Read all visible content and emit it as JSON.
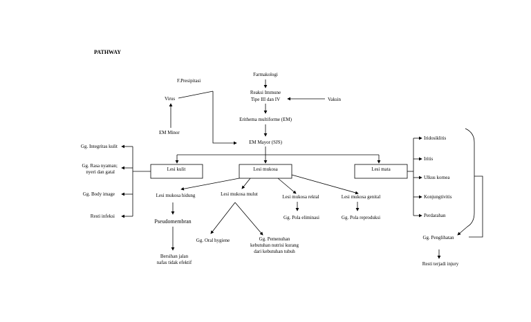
{
  "title": "PATHWAY",
  "nodes": {
    "farmakologi": "Farmakologi",
    "reaksi1": "Reaksi Immune",
    "reaksi2": "Tipe III dan IV",
    "vaksin": "Vaksin",
    "erithema": "Erithema multiforme (EM)",
    "presipitasi": "F.Presipitasi",
    "virus": "Virus",
    "em_minor": "EM Minor",
    "em_mayor": "EM Mayor (SJS)",
    "lesi_kulit": "Lesi kulit",
    "lesi_mukosa": "Lesi mukosa",
    "lesi_mata": "Lesi mata",
    "gg_integritas": "Gg. Integritas kulit",
    "gg_rasa1": "Gg. Rasa nyaman;",
    "gg_rasa2": "nyeri dan gatal",
    "gg_body": "Gg. Body image",
    "resti_infeksi": "Resti infeksi",
    "lesi_hidung": "Lesi mukosa hidung",
    "lesi_mulut": "Lesi mukosa mulut",
    "lesi_rektal": "Lesi mukosa rektal",
    "lesi_genital": "Lesi mukosa genital",
    "pseudomembran": "Pseudomembran",
    "bersihan1": "Bersihan jalan",
    "bersihan2": "nafas tidak efektif",
    "gg_oral": "Gg. Oral hygiene",
    "gg_nutrisi1": "Gg. Pemenuhan",
    "gg_nutrisi2": "kebutuhan nutrisi kurang",
    "gg_nutrisi3": "dari kebutuhan tubuh",
    "gg_eliminasi": "Gg. Pola eliminasi",
    "gg_reproduksi": "Gg. Pola reproduksi",
    "iridosiklitis": "Iridosiklitis",
    "iritis": "Iritis",
    "ulkus_kornea": "Ulkus kornea",
    "konjungtivitis": "Konjungtivitis",
    "perdarahan": "Perdarahan",
    "gg_penglihatan": "Gg. Penglihatan",
    "resti_injury": "Resti terjadi injury"
  }
}
